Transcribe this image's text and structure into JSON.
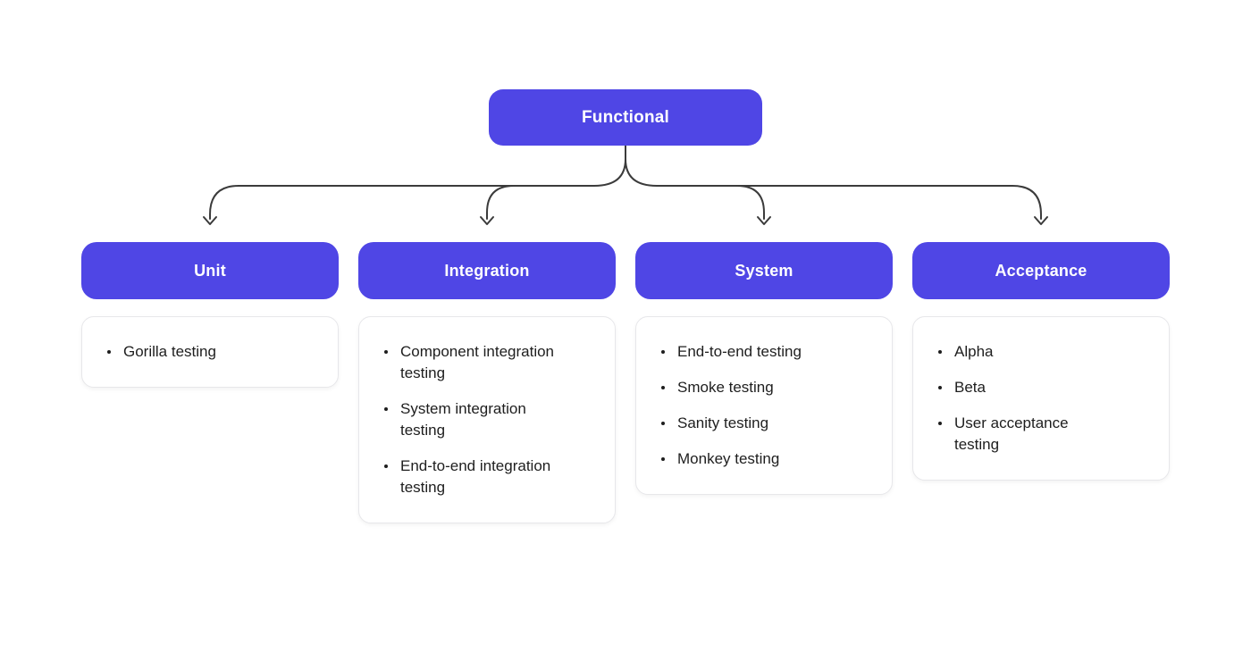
{
  "root": {
    "label": "Functional"
  },
  "branches": [
    {
      "label": "Unit",
      "items": [
        "Gorilla testing"
      ]
    },
    {
      "label": "Integration",
      "items": [
        "Component integration testing",
        "System integration testing",
        "End-to-end integration testing"
      ]
    },
    {
      "label": "System",
      "items": [
        "End-to-end testing",
        "Smoke testing",
        "Sanity testing",
        "Monkey testing"
      ]
    },
    {
      "label": "Acceptance",
      "items": [
        "Alpha",
        "Beta",
        "User acceptance testing"
      ]
    }
  ],
  "colors": {
    "node_fill": "#4f46e5",
    "node_text": "#ffffff",
    "connector": "#3b3b3b",
    "card_background": "#ffffff",
    "card_border": "#e7e7ea",
    "item_text": "#1e1e1e",
    "canvas_background": "#ffffff"
  }
}
